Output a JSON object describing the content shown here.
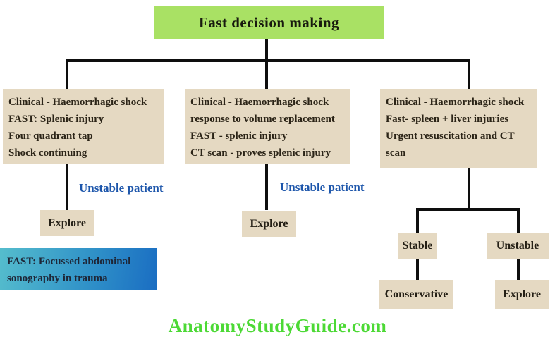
{
  "title": {
    "label": "Fast decision making"
  },
  "branches": {
    "left": {
      "box": {
        "lines": [
          "Clinical - Haemorrhagic shock",
          "FAST: Splenic injury",
          "Four quadrant tap",
          "Shock continuing"
        ]
      },
      "edge_label": "Unstable patient",
      "outcome": "Explore"
    },
    "middle": {
      "box": {
        "lines": [
          "Clinical - Haemorrhagic shock",
          "response to volume replacement",
          "FAST - splenic injury",
          "CT scan - proves splenic injury"
        ]
      },
      "edge_label": "Unstable patient",
      "outcome": "Explore"
    },
    "right": {
      "box": {
        "lines": [
          "Clinical - Haemorrhagic shock",
          "Fast- spleen + liver injuries",
          "Urgent resuscitation and CT",
          "scan"
        ]
      },
      "sub_branches": [
        {
          "condition": "Stable",
          "outcome": "Conservative"
        },
        {
          "condition": "Unstable",
          "outcome": "Explore"
        }
      ]
    }
  },
  "legend": {
    "lines": [
      "FAST: Focussed abdominal",
      "sonography in trauma"
    ]
  },
  "watermark": "AnatomyStudyGuide.com",
  "colors": {
    "title_background": "#a9e164",
    "node_background": "#e5d9c2",
    "edge_label_text": "#1d56ab",
    "legend_gradient_start": "#55bdcd",
    "legend_gradient_end": "#1a6dc2",
    "watermark_text": "#4cd935",
    "connector_line": "#0e0e0e"
  }
}
